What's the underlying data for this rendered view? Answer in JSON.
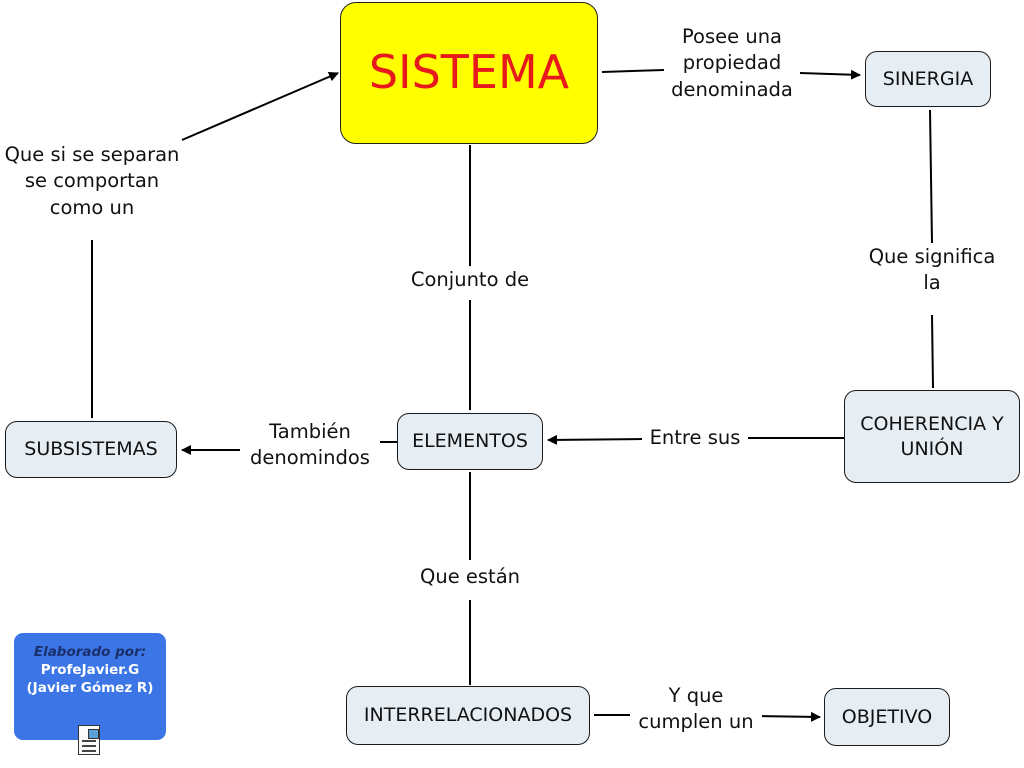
{
  "nodes": {
    "sistema": "SISTEMA",
    "sinergia": "SINERGIA",
    "subsistemas": "SUBSISTEMAS",
    "elementos": "ELEMENTOS",
    "coherencia": "COHERENCIA Y\nUNIÓN",
    "interrelacionados": "INTERRELACIONADOS",
    "objetivo": "OBJETIVO"
  },
  "links": {
    "posee": "Posee una\npropiedad\ndenominada",
    "que_si": "Que si se separan\nse comportan\ncomo un",
    "conjunto": "Conjunto de",
    "significa": "Que significa\nla",
    "tambien": "También\ndenomindos",
    "entre": "Entre sus",
    "estan": "Que están",
    "cumplen": "Y que\ncumplen un"
  },
  "credit": {
    "by": "Elaborado por:",
    "name": "ProfeJavier.G",
    "full": "(Javier Gómez R)"
  }
}
